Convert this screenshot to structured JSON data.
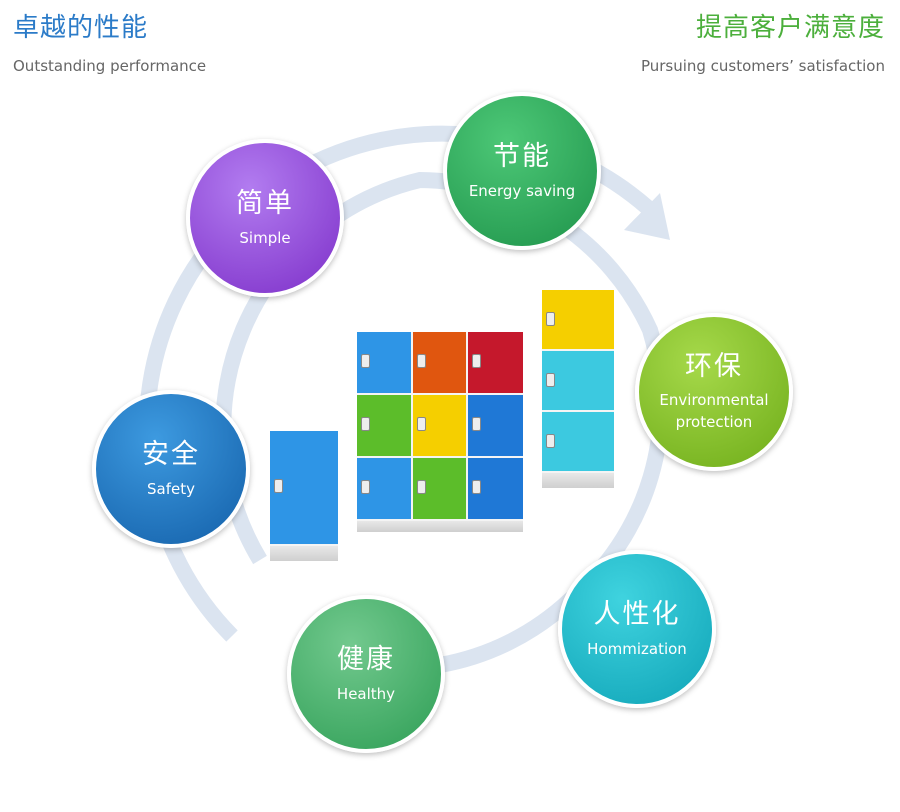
{
  "header_left": {
    "cn": "卓越的性能",
    "en": "Outstanding performance"
  },
  "header_right": {
    "cn": "提高客户满意度",
    "en": "Pursuing customers’ satisfaction"
  },
  "features": [
    {
      "cn": "简单",
      "en": "Simple",
      "color": "#8e3ed8"
    },
    {
      "cn": "节能",
      "en": "Energy saving",
      "color": "#2aa556"
    },
    {
      "cn": "环保",
      "en": "Environmental protection",
      "color": "#7fbf24"
    },
    {
      "cn": "人性化",
      "en": "Hommization",
      "color": "#14b3c2"
    },
    {
      "cn": "健康",
      "en": "Healthy",
      "color": "#3aaf63"
    },
    {
      "cn": "安全",
      "en": "Safety",
      "color": "#1d7bc8"
    }
  ],
  "colors": {
    "ring": "#dbe4f0",
    "blue": "#2e95e6",
    "orange": "#e0560f",
    "red": "#c5182c",
    "green": "#5cbd2a",
    "yellow": "#f5cf00",
    "cyan": "#3cc9e0"
  }
}
